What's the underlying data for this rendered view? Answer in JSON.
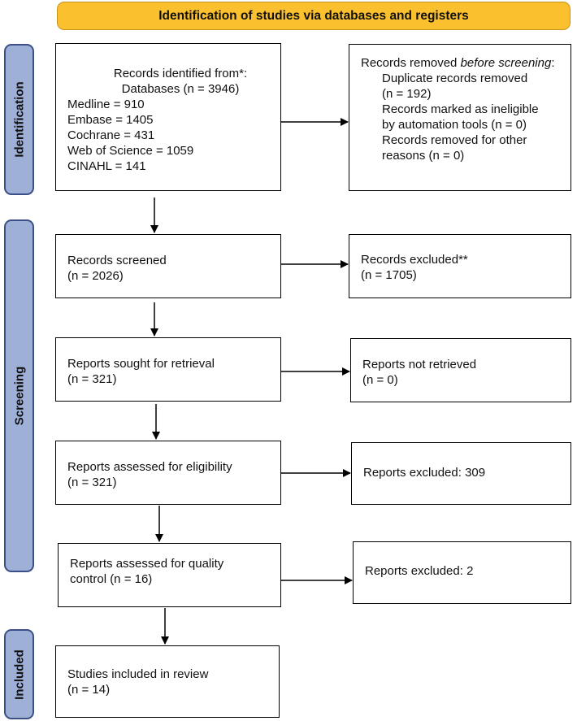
{
  "header": {
    "title": "Identification of studies via databases and registers"
  },
  "stages": {
    "identification": "Identification",
    "screening": "Screening",
    "included": "Included"
  },
  "identified": {
    "line1": "Records identified from*:",
    "line2": "Databases (n = 3946)",
    "medline": "Medline = 910",
    "embase": "Embase = 1405",
    "cochrane": "Cochrane = 431",
    "wos": "Web of Science = 1059",
    "cinahl": "CINAHL = 141"
  },
  "removed": {
    "prefix": "Records removed ",
    "italic": "before screening",
    "suffix": ":",
    "dup1": "Duplicate records removed",
    "dup2": "(n = 192)",
    "auto1": "Records marked as ineligible",
    "auto2": "by automation tools (n = 0)",
    "other1": "Records removed for other",
    "other2": "reasons (n = 0)"
  },
  "screened": {
    "label": "Records screened",
    "n": "(n = 2026)"
  },
  "excluded": {
    "label": "Records excluded**",
    "n": "(n = 1705)"
  },
  "sought": {
    "label": "Reports sought for retrieval",
    "n": "(n = 321)"
  },
  "not_retrieved": {
    "label": "Reports not retrieved",
    "n": "(n = 0)"
  },
  "eligibility": {
    "label": "Reports assessed for eligibility",
    "n": "(n = 321)"
  },
  "excl_elig": {
    "label": "Reports excluded: 309"
  },
  "quality": {
    "label": "Reports assessed for quality",
    "n": "control (n = 16)"
  },
  "excl_quality": {
    "label": "Reports excluded: 2"
  },
  "included": {
    "label": "Studies included in review",
    "n": "(n = 14)"
  }
}
